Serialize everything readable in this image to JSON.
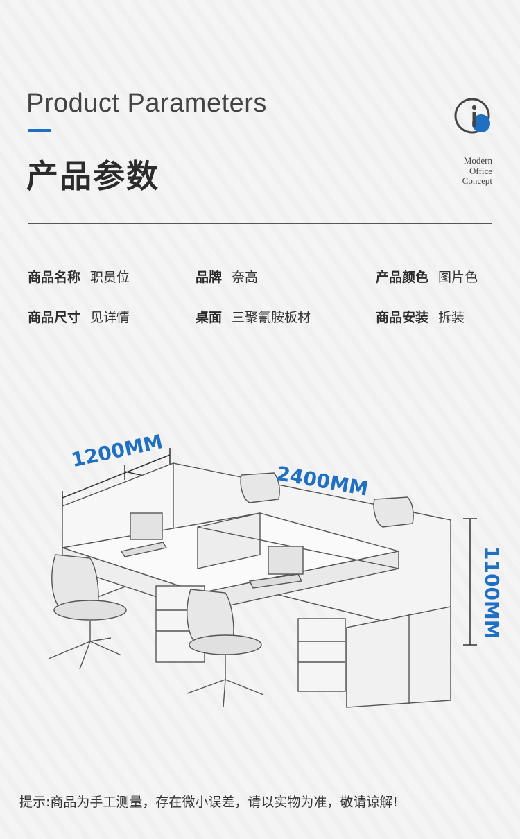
{
  "header": {
    "title_en": "Product Parameters",
    "title_cn": "产品参数",
    "slogan": [
      "Modern",
      "Office",
      "Concept"
    ]
  },
  "params": [
    {
      "label": "商品名称",
      "value": "职员位"
    },
    {
      "label": "品牌",
      "value": "奈高"
    },
    {
      "label": "产品颜色",
      "value": "图片色"
    },
    {
      "label": "商品尺寸",
      "value": "见详情"
    },
    {
      "label": "桌面",
      "value": "三聚氰胺板材"
    },
    {
      "label": "商品安装",
      "value": "拆装"
    }
  ],
  "dimensions": {
    "width": "1200MM",
    "length": "2400MM",
    "height": "1100MM"
  },
  "note": "提示:商品为手工测量，存在微小误差，请以实物为准，敬请谅解!",
  "colors": {
    "accent": "#1f6fc3",
    "text": "#2b2b2b",
    "background": "#f2f2f2"
  }
}
